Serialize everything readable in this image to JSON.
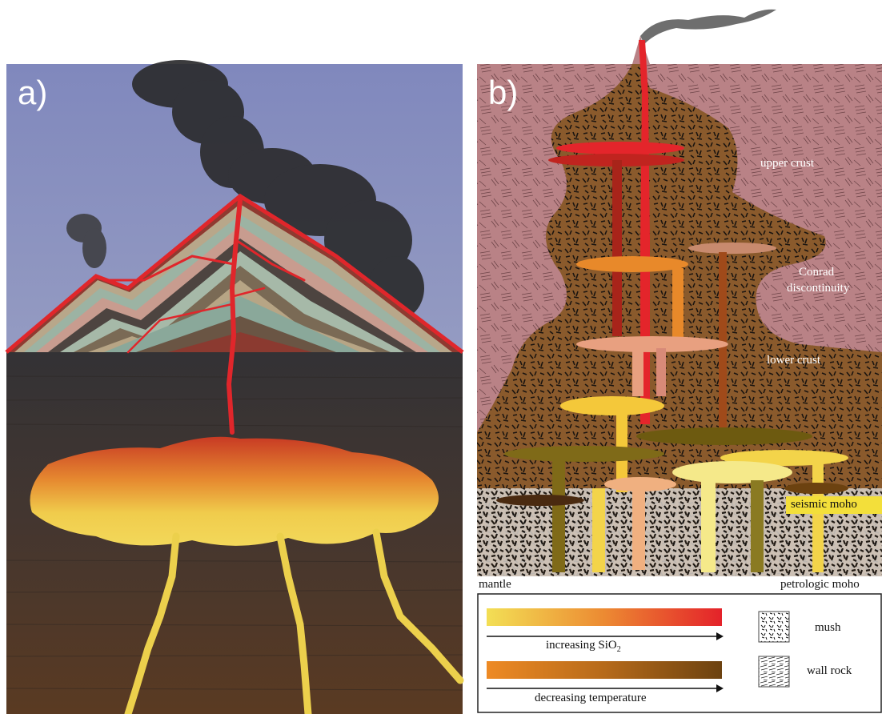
{
  "panel_a": {
    "label": "a)"
  },
  "panel_b": {
    "label": "b)",
    "labels": {
      "upper_crust": "upper crust",
      "conrad_1": "Conrad",
      "conrad_2": "discontinuity",
      "lower_crust": "lower crust",
      "seismic_moho": "seismic moho",
      "mantle": "mantle",
      "petrologic_moho": "petrologic moho"
    }
  },
  "legend": {
    "sio2_text": "increasing SiO",
    "sio2_sub": "2",
    "temp_text": "decreasing temperature",
    "mush": "mush",
    "wall_rock": "wall rock"
  },
  "colors": {
    "sky": "#8f97c4",
    "ground": "#3a3634",
    "wall_rock": "#b98286",
    "mush": "#8a5a2c",
    "lava_red": "#e4252b",
    "lava_yellow": "#f1d24a",
    "orange": "#e88f2c",
    "brown": "#7a4a12"
  }
}
